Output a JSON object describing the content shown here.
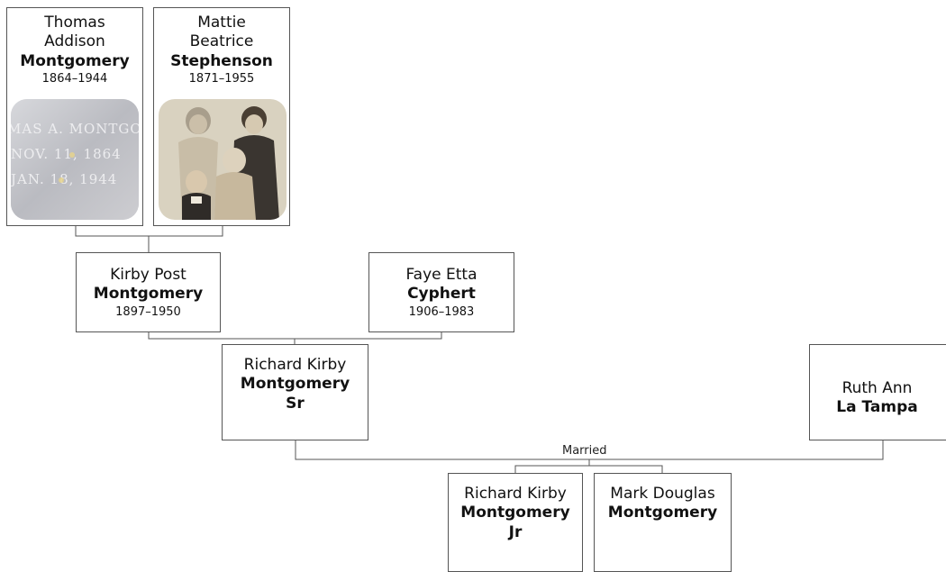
{
  "people": {
    "thomas": {
      "given_line1": "Thomas",
      "given_line2": "Addison",
      "surname": "Montgomery",
      "dates": "1864–1944",
      "photo_text": [
        "MAS A. MONTGO",
        "NOV. 11, 1864",
        "JAN. 18, 1944"
      ]
    },
    "mattie": {
      "given_line1": "Mattie",
      "given_line2": "Beatrice",
      "surname": "Stephenson",
      "dates": "1871–1955"
    },
    "kirby": {
      "given": "Kirby Post",
      "surname": "Montgomery",
      "dates": "1897–1950"
    },
    "faye": {
      "given": "Faye Etta",
      "surname": "Cyphert",
      "dates": "1906–1983"
    },
    "richard_sr": {
      "given": "Richard Kirby",
      "surname_line1": "Montgomery",
      "surname_line2": "Sr"
    },
    "ruth": {
      "given": "Ruth Ann",
      "surname": "La Tampa"
    },
    "richard_jr": {
      "given": "Richard Kirby",
      "surname_line1": "Montgomery",
      "surname_line2": "Jr"
    },
    "mark": {
      "given": "Mark Douglas",
      "surname": "Montgomery"
    }
  },
  "labels": {
    "married": "Married"
  },
  "colors": {
    "border": "#555555",
    "line": "#555555",
    "background": "#ffffff"
  }
}
